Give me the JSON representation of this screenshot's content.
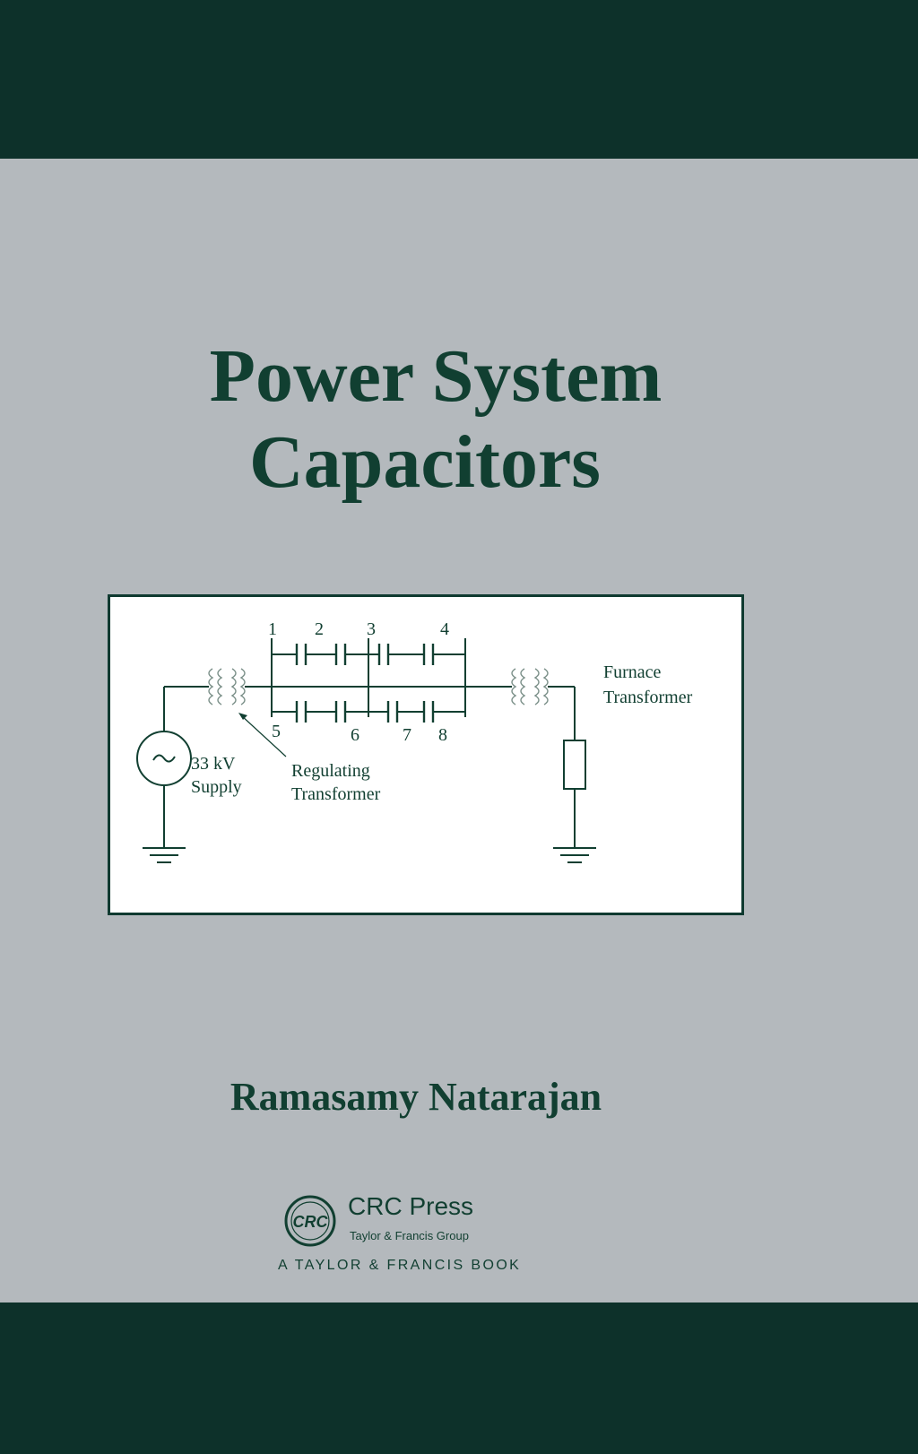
{
  "book": {
    "title_line1": "Power System",
    "title_line2": "Capacitors",
    "author": "Ramasamy Natarajan"
  },
  "diagram": {
    "capacitor_numbers": [
      "1",
      "2",
      "3",
      "4",
      "5",
      "6",
      "7",
      "8"
    ],
    "supply_label_line1": "33 kV",
    "supply_label_line2": "Supply",
    "regulating_label_line1": "Regulating",
    "regulating_label_line2": "Transformer",
    "furnace_label_line1": "Furnace",
    "furnace_label_line2": "Transformer"
  },
  "publisher": {
    "mark": "CRC",
    "name": "CRC Press",
    "group": "Taylor & Francis Group",
    "tagline": "A TAYLOR & FRANCIS BOOK"
  },
  "colors": {
    "band": "#0d312a",
    "background": "#b4b9bd",
    "ink": "#113f31"
  }
}
